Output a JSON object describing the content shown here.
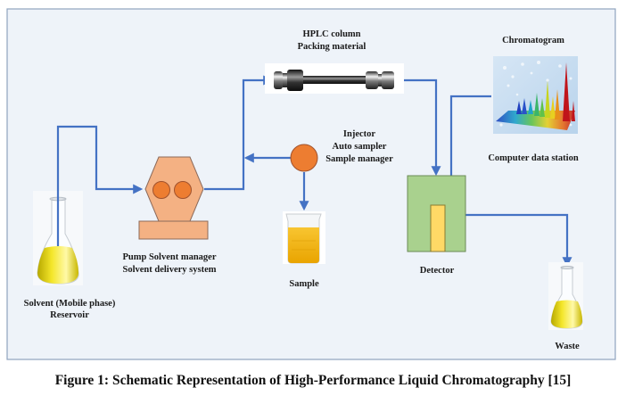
{
  "figure": {
    "caption": "Figure 1: Schematic Representation of High-Performance Liquid Chromatography [15]"
  },
  "components": {
    "reservoir": {
      "line1": "Solvent (Mobile phase)",
      "line2": "Reservoir"
    },
    "pump": {
      "line1": "Pump Solvent manager",
      "line2": "Solvent delivery system"
    },
    "column": {
      "line1": "HPLC column",
      "line2": "Packing material"
    },
    "injector": {
      "line1": "Injector",
      "line2": "Auto sampler",
      "line3": "Sample manager"
    },
    "sample": {
      "label": "Sample"
    },
    "detector": {
      "label": "Detector"
    },
    "chromatogram": {
      "title": "Chromatogram",
      "caption": "Computer data station"
    },
    "waste": {
      "label": "Waste"
    }
  },
  "colors": {
    "background": "#eef3f9",
    "border": "#8fa3bf",
    "flow_line": "#4472c4",
    "pump_fill": "#f4b183",
    "pump_stroke": "#8c6a5a",
    "pump_circle": "#ed7d31",
    "injector_fill": "#ed7d31",
    "detector_fill": "#a9d18e",
    "detector_cell": "#ffd966",
    "liquid": "#e6d800",
    "sample_liquid": "#f2b705"
  }
}
